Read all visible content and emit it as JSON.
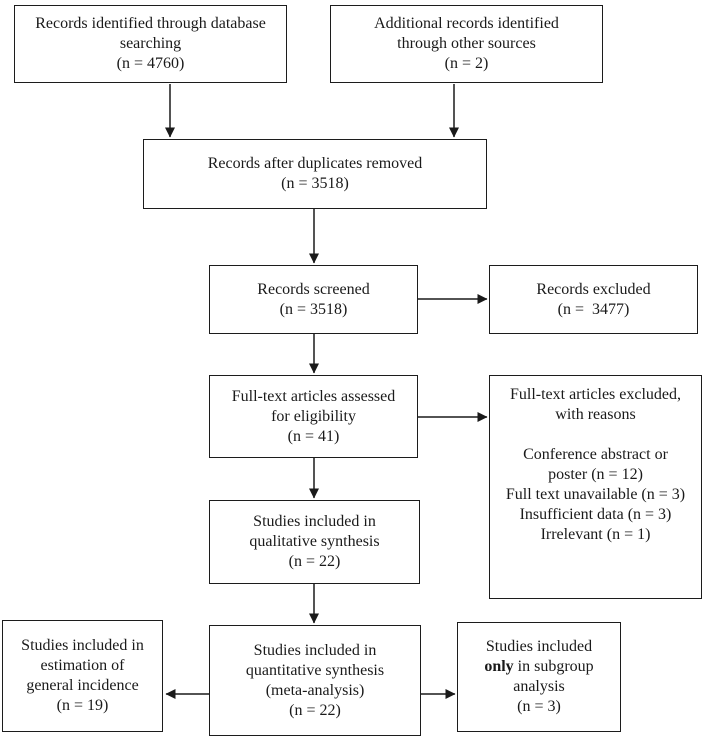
{
  "colors": {
    "ink": "#1a1a1a",
    "border": "#1c1c1c",
    "background": "#ffffff"
  },
  "boxes": {
    "identified_database": {
      "text": "Records identified through database\nsearching\n(n = 4760)"
    },
    "additional_sources": {
      "text": "Additional records identified\nthrough other sources\n(n = 2)"
    },
    "duplicates_removed": {
      "text": "Records after duplicates removed\n(n = 3518)"
    },
    "records_screened": {
      "text": "Records screened\n(n = 3518)"
    },
    "records_excluded": {
      "text": "Records excluded\n(n =  3477)"
    },
    "fulltext_assessed": {
      "text": "Full-text articles assessed\nfor eligibility\n(n = 41)"
    },
    "fulltext_excluded": {
      "text": "Full-text articles excluded,\nwith reasons\n\nConference abstract or\nposter (n = 12)\nFull text unavailable (n = 3)\nInsufficient data (n = 3)\nIrrelevant (n = 1)"
    },
    "qualitative_synthesis": {
      "text": "Studies included in\nqualitative synthesis\n(n = 22)"
    },
    "general_incidence": {
      "text": "Studies included in\nestimation of\ngeneral incidence\n(n = 19)"
    },
    "quantitative_synthesis": {
      "text": "Studies included in\nquantitative synthesis\n(meta-analysis)\n(n = 22)"
    },
    "subgroup_analysis": {
      "line1": "Studies included",
      "line2_bold": "only",
      "line2_rest": " in subgroup",
      "line3": "analysis",
      "line4": "(n = 3)"
    }
  }
}
